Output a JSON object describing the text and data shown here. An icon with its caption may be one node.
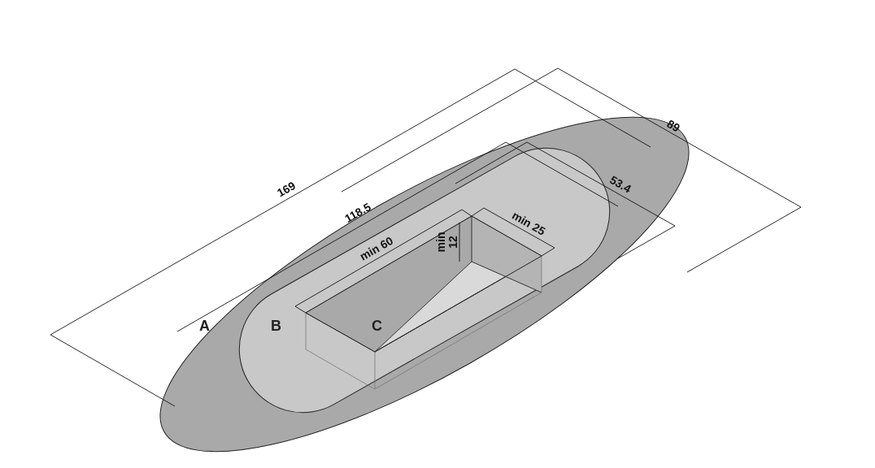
{
  "diagram": {
    "nodes": [
      {
        "text": [
          "A"
        ]
      },
      {
        "text": [
          "B"
        ],
        "in": 0
      },
      {
        "text": [
          "C"
        ],
        "in": 1
      }
    ],
    "labels": [
      "169",
      "89",
      "118.5",
      "53.4",
      "min 60",
      "min 25",
      "min 12"
    ]
  }
}
